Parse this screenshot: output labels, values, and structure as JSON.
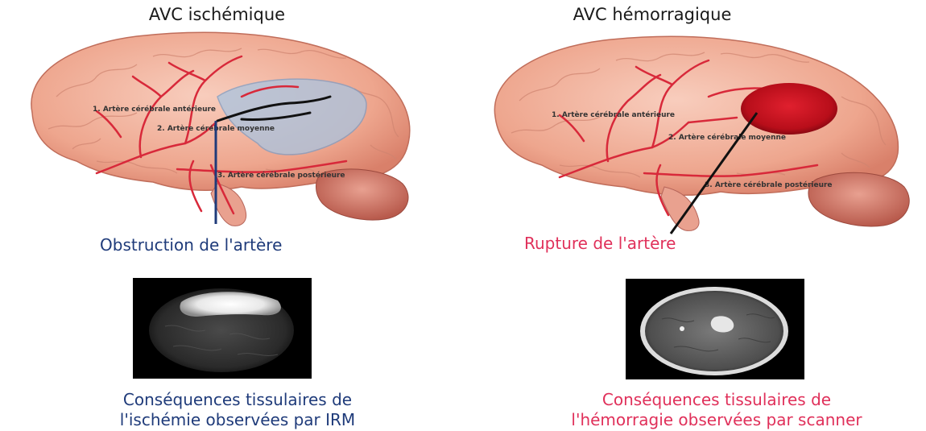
{
  "ischemic": {
    "title": "AVC ischémique",
    "artery_labels": [
      "1. Artère cérébrale antérieure",
      "2. Artère cérébrale moyenne",
      "3. Artère cérébrale postérieure"
    ],
    "caption": "Obstruction de l'artère",
    "consequence_line1": "Conséquences tissulaires de",
    "consequence_line2": "l'ischémie observées par IRM"
  },
  "hemorrhagic": {
    "title": "AVC hémorragique",
    "artery_labels": [
      "1. Artère cérébrale antérieure",
      "2. Artère cérébrale moyenne",
      "3. Artère cérébrale postérieure"
    ],
    "caption": "Rupture de l'artère",
    "consequence_line1": "Conséquences tissulaires de",
    "consequence_line2": "l'hémorragie observées par scanner"
  },
  "colors": {
    "brain": "#f2b5a0",
    "artery": "#d8293a",
    "ischemia_zone": "#a9c4e0",
    "hemorrhage": "#c8101e",
    "blue_caption": "#1f3b7a",
    "red_caption": "#e0305a"
  }
}
